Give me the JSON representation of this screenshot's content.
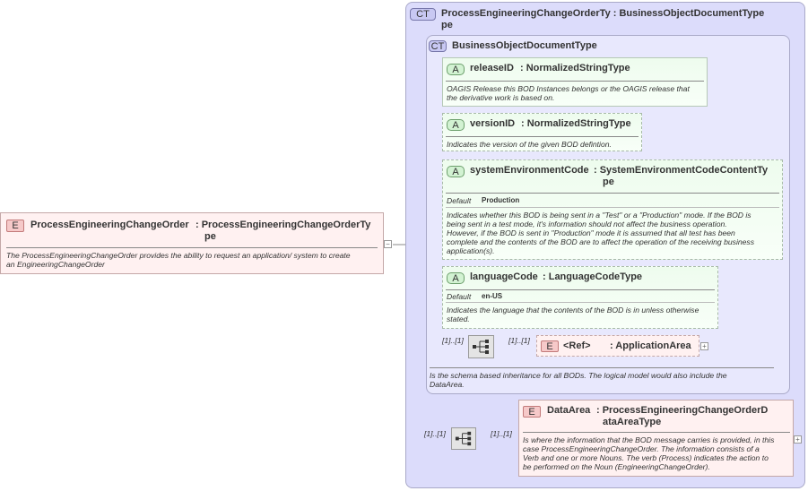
{
  "root": {
    "badge": "E",
    "name": "ProcessEngineeringChangeOrder",
    "type": ": ProcessEngineeringChangeOrderTy",
    "type2": "pe",
    "description": "The ProcessEngineeringChangeOrder provides the ability to request an application/ system to create",
    "description2": "an EngineeringChangeOrder"
  },
  "outer_type": {
    "badge": "CT",
    "name": "ProcessEngineeringChangeOrderTy : BusinessObjectDocumentType",
    "name2": "pe"
  },
  "inner_type": {
    "badge": "CT",
    "name": "BusinessObjectDocumentType",
    "description": "Is the schema based inheritance for all BODs. The logical model would also include the",
    "description2": "DataArea."
  },
  "attributes": [
    {
      "badge": "A",
      "name": "releaseID",
      "type": ": NormalizedStringType",
      "description": "OAGIS Release this BOD Instances belongs or the OAGIS release that",
      "description2": "the derivative work is based on."
    },
    {
      "badge": "A",
      "name": "versionID",
      "type": ": NormalizedStringType",
      "description": "Indicates the version of the given BOD defintion."
    },
    {
      "badge": "A",
      "name": "systemEnvironmentCode",
      "type": ": SystemEnvironmentCodeContentTy",
      "type2": "pe",
      "default_label": "Default",
      "default_value": "Production",
      "description": "Indicates whether this BOD is being sent in a \"Test\" or a \"Production\" mode. If the BOD is",
      "description2": "being sent in a test mode, it's information should not affect the business operation.",
      "description3": "However, if the BOD is sent in \"Production\" mode it is assumed that all test has been",
      "description4": "complete and the contents of the BOD are to affect the operation of the receiving business",
      "description5": "application(s)."
    },
    {
      "badge": "A",
      "name": "languageCode",
      "type": ": LanguageCodeType",
      "default_label": "Default",
      "default_value": "en-US",
      "description": "Indicates the language that the contents of the BOD is in unless otherwise",
      "description2": "stated."
    }
  ],
  "application_area": {
    "badge": "E",
    "ref": "<Ref>",
    "type": ": ApplicationArea",
    "card_in": "[1]..[1]",
    "card_out": "[1]..[1]"
  },
  "data_area": {
    "badge": "E",
    "name": "DataArea",
    "type": ": ProcessEngineeringChangeOrderD",
    "type2": "ataAreaType",
    "card_in": "[1]..[1]",
    "card_out": "[1]..[1]",
    "description": "Is where the information that the BOD message carries is provided, in this",
    "description2": "case ProcessEngineeringChangeOrder. The information consists of a",
    "description3": "Verb and one or more Nouns. The verb (Process) indicates the action to",
    "description4": "be performed on the Noun (EngineeringChangeOrder)."
  },
  "symbols": {
    "collapse": "−",
    "expand": "+"
  }
}
